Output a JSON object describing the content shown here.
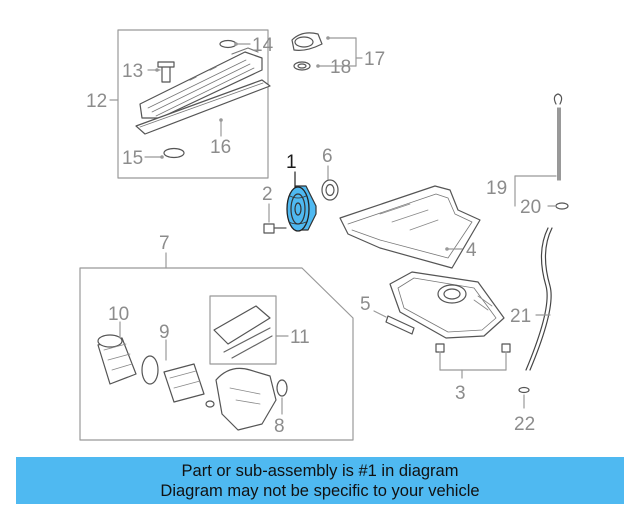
{
  "diagram": {
    "highlight_color": "#4fb9f1",
    "callouts": {
      "c1": "1",
      "c2": "2",
      "c3": "3",
      "c4": "4",
      "c5": "5",
      "c6": "6",
      "c7": "7",
      "c8": "8",
      "c9": "9",
      "c10": "10",
      "c11": "11",
      "c12": "12",
      "c13": "13",
      "c14": "14",
      "c15": "15",
      "c16": "16",
      "c17": "17",
      "c18": "18",
      "c19": "19",
      "c20": "20",
      "c21": "21",
      "c22": "22"
    }
  },
  "banner": {
    "line1": "Part or sub-assembly is #1 in diagram",
    "line2": "Diagram may not be specific to your vehicle"
  }
}
